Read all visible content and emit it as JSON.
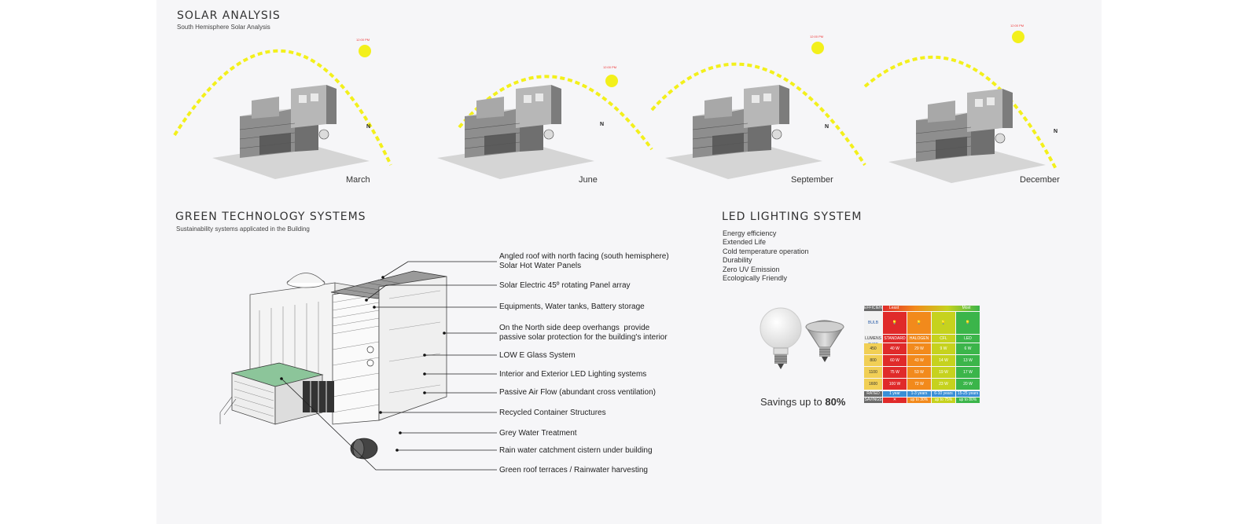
{
  "solar": {
    "title": "SOLAR ANALYSIS",
    "subtitle": "South Hemisphere Solar Analysis",
    "noon_label": "12:00 PM",
    "north_label": "N",
    "months": [
      "March",
      "June",
      "September",
      "December"
    ],
    "sun_color": "#f3f01b"
  },
  "green": {
    "title": "GREEN TECHNOLOGY SYSTEMS",
    "subtitle": "Sustainability systems applicated in the Building",
    "items": [
      "Angled roof with north facing (south hemisphere)\nSolar Hot Water Panels",
      "Solar Electric 45º rotating Panel array",
      "Equipments, Water tanks, Battery storage",
      "On the North side deep overhangs  provide\npassive solar protection for the building's interior",
      "LOW E Glass System",
      "Interior and Exterior LED Lighting systems",
      "Passive Air Flow (abundant cross ventilation)",
      "Recycled Container Structures",
      "Grey Water Treatment",
      "Rain water catchment cistern under building",
      "Green roof terraces / Rainwater harvesting"
    ]
  },
  "led": {
    "title": "LED LIGHTING SYSTEM",
    "features": [
      "Energy efficiency",
      "Extended Life",
      "Cold temperature operation",
      "Durability",
      "Zero UV Emission",
      "Ecologically Friendly"
    ],
    "savings_prefix": "Savings up to ",
    "savings_value": "80%",
    "table": {
      "efficiency_label": "EFFICIENCY",
      "least": "Least",
      "most": "Most",
      "bulb_type_label": "BULB TYPE",
      "lumens_label": "LUMENS",
      "rated_life_label": "RATED LIFE",
      "savings_label": "SAVINGS",
      "columns": [
        "STANDARD",
        "HALOGEN",
        "CFL",
        "LED"
      ],
      "column_colors": [
        "#e02a2a",
        "#f28a1c",
        "#c6d21e",
        "#3bb54a"
      ],
      "rows": [
        {
          "lumens": "450",
          "values": [
            "40 W",
            "29 W",
            "9 W",
            "6 W"
          ]
        },
        {
          "lumens": "800",
          "values": [
            "60 W",
            "43 W",
            "14 W",
            "13 W"
          ]
        },
        {
          "lumens": "1100",
          "values": [
            "75 W",
            "53 W",
            "19 W",
            "17 W"
          ]
        },
        {
          "lumens": "1600",
          "values": [
            "100 W",
            "72 W",
            "23 W",
            "20 W"
          ]
        }
      ],
      "rated_life": [
        "1 year",
        "1-3 years",
        "6-10 years",
        "15-25 years"
      ],
      "savings": [
        "✕",
        "up to 30%",
        "up to 75%",
        "up to 80%"
      ]
    }
  }
}
